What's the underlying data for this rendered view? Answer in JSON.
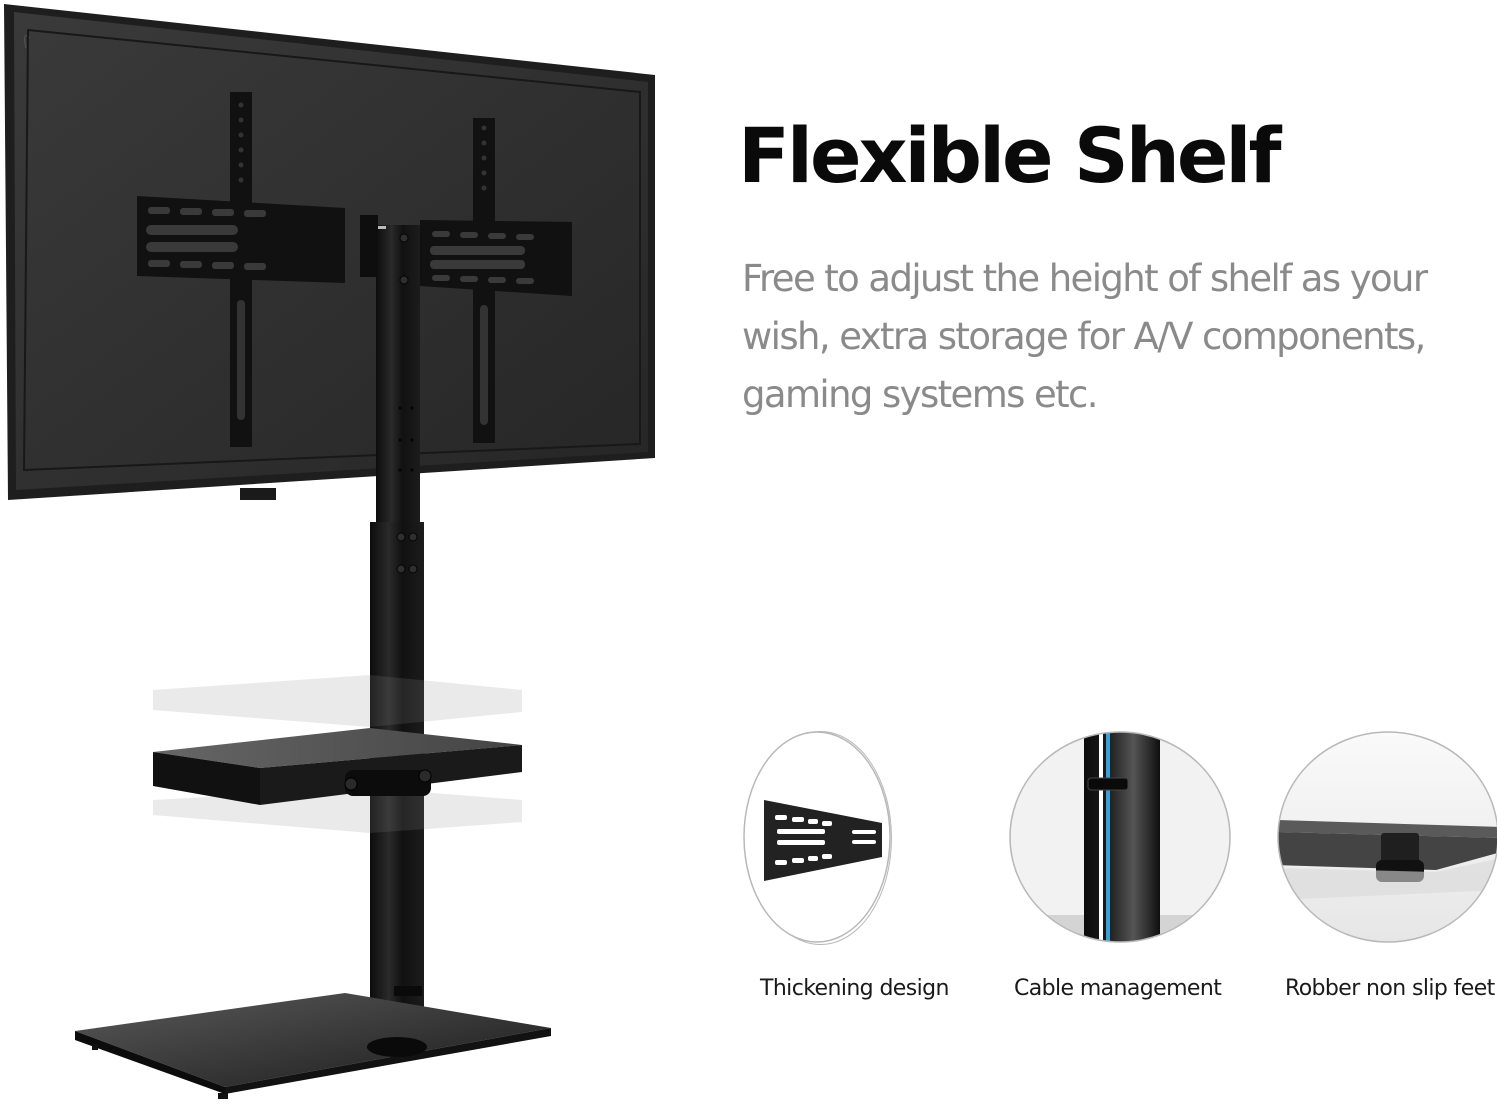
{
  "headline": "Flexible Shelf",
  "description": "Free to adjust the height of shelf as your wish, extra storage for A/V components, gaming systems etc.",
  "features": [
    {
      "label": "Thickening design",
      "icon": "vesa-bracket-closeup"
    },
    {
      "label": "Cable management",
      "icon": "pole-cable-clip-closeup"
    },
    {
      "label": "Robber non slip feet",
      "icon": "glass-base-foot-closeup"
    }
  ],
  "colors": {
    "background": "#ffffff",
    "headline": "#0a0a0a",
    "description": "#8a8a8a",
    "tv_back": "#2e2e2e",
    "metal": "#151515",
    "cable_accent": "#3aa0d8"
  }
}
